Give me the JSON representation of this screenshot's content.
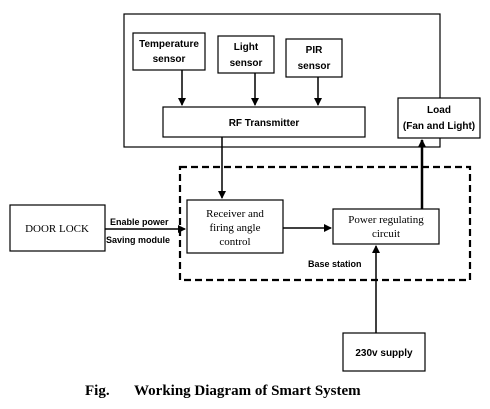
{
  "diagram": {
    "sensors": {
      "temperature": [
        "Temperature",
        "sensor"
      ],
      "light": [
        "Light",
        "sensor"
      ],
      "pir": [
        "PIR",
        "sensor"
      ]
    },
    "rf_transmitter": "RF Transmitter",
    "receiver": [
      "Receiver and",
      "firing angle",
      "control"
    ],
    "power_regulating": [
      "Power regulating",
      "circuit"
    ],
    "base_station": "Base station",
    "load": [
      "Load",
      "(Fan and Light)"
    ],
    "door_lock": "DOOR LOCK",
    "enable_power": [
      "Enable power",
      "Saving module"
    ],
    "supply": "230v supply"
  },
  "caption": {
    "label": "Fig.",
    "title": "Working Diagram of Smart System"
  }
}
